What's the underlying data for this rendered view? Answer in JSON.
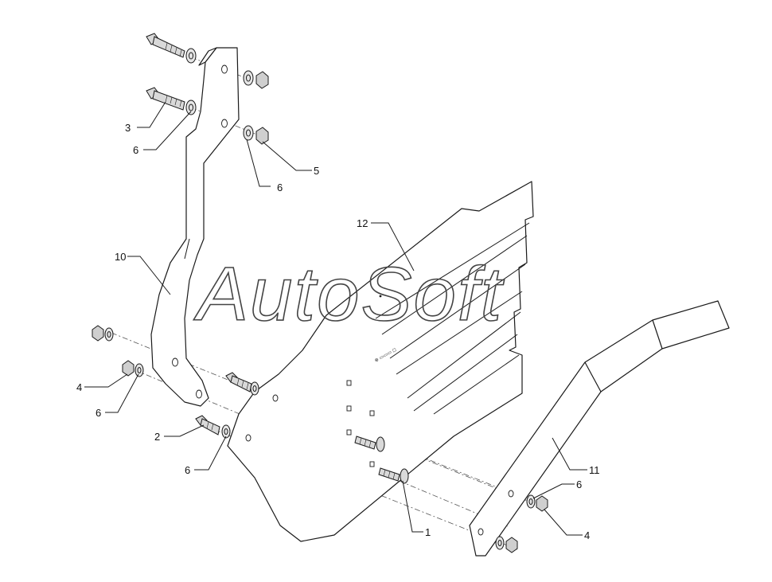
{
  "watermark": {
    "text": "AutoSoft"
  },
  "callouts": [
    {
      "id": "c1",
      "label": "1"
    },
    {
      "id": "c2",
      "label": "2"
    },
    {
      "id": "c3",
      "label": "3"
    },
    {
      "id": "c4a",
      "label": "4"
    },
    {
      "id": "c4b",
      "label": "4"
    },
    {
      "id": "c5",
      "label": "5"
    },
    {
      "id": "c6a",
      "label": "6"
    },
    {
      "id": "c6b",
      "label": "6"
    },
    {
      "id": "c6c",
      "label": "6"
    },
    {
      "id": "c6d",
      "label": "6"
    },
    {
      "id": "c6e",
      "label": "6"
    },
    {
      "id": "c10",
      "label": "10"
    },
    {
      "id": "c11",
      "label": "11"
    },
    {
      "id": "c12",
      "label": "12"
    }
  ],
  "colors": {
    "line": "#1a1a1a",
    "fastener_fill": "#d9d9d9",
    "background": "#ffffff"
  }
}
